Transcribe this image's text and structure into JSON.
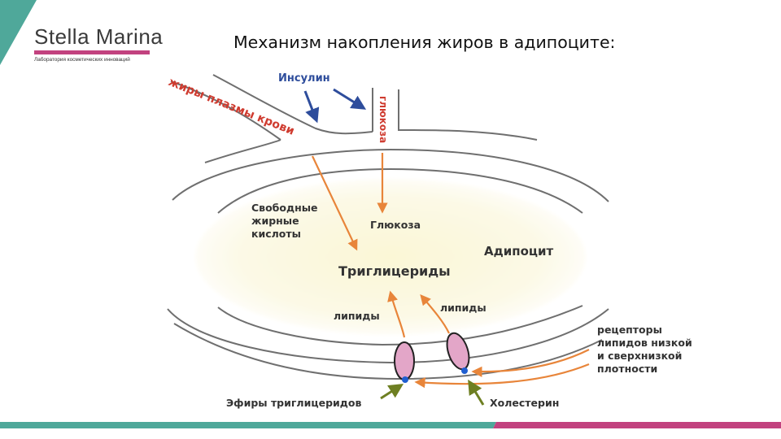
{
  "brand": {
    "name": "Stella Marina",
    "tagline": "Лаборатория косметических инноваций",
    "colors": {
      "teal": "#4fa89a",
      "magenta": "#c2427f",
      "purple": "#7b4a8a"
    }
  },
  "slide": {
    "title": "Механизм накопления жиров в адипоците:"
  },
  "diagram": {
    "labels": {
      "insulin": "Инсулин",
      "plasma_fats": "жиры плазмы крови",
      "glucose_vertical": "глюкоза",
      "free_fatty_acids": [
        "Свободные",
        "жирные",
        "кислоты"
      ],
      "glucose": "Глюкоза",
      "adipocyte": "Адипоцит",
      "triglycerides": "Триглицериды",
      "lipids_left": "липиды",
      "lipids_right": "липиды",
      "receptors": [
        "рецепторы",
        "липидов низкой",
        "и сверхнизкой",
        "плотности"
      ],
      "triglyceride_esters": "Эфиры триглицеридов",
      "cholesterol": "Холестерин"
    },
    "colors": {
      "insulin_arrow": "#2e4d9c",
      "orange_arrow": "#e8853a",
      "plasma_text": "#cf3b2f",
      "green_arrow": "#6e7f22",
      "receptor_fill": "#e3a6c8",
      "receptor_dot": "#1f5ed1",
      "cell_fill": "#fbf7d6"
    }
  }
}
